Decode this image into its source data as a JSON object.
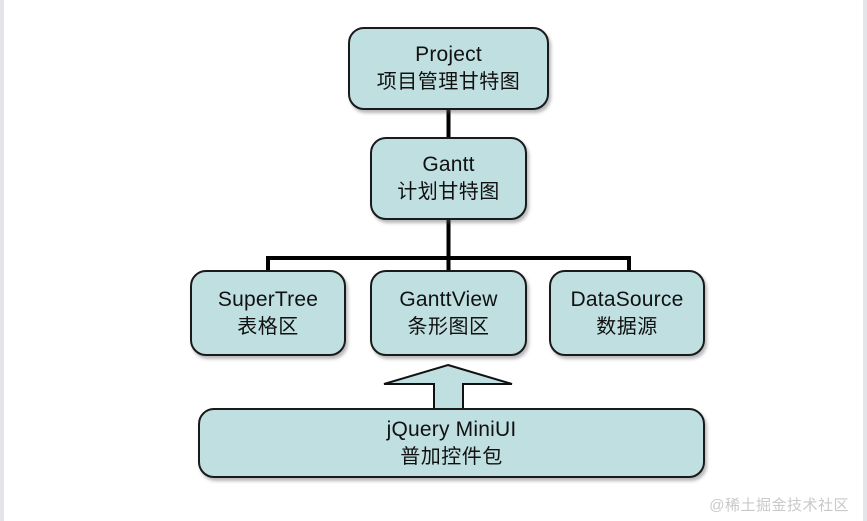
{
  "diagram": {
    "type": "hierarchy-block-diagram",
    "background_color": "#ffffff",
    "node_fill_color": "#bfdfe1",
    "node_border_color": "#1a1a1a",
    "connector_color": "#000000",
    "nodes": [
      {
        "id": "project",
        "title": "Project",
        "subtitle": "项目管理甘特图"
      },
      {
        "id": "gantt",
        "title": "Gantt",
        "subtitle": "计划甘特图"
      },
      {
        "id": "supertree",
        "title": "SuperTree",
        "subtitle": "表格区"
      },
      {
        "id": "ganttview",
        "title": "GanttView",
        "subtitle": "条形图区"
      },
      {
        "id": "datasource",
        "title": "DataSource",
        "subtitle": "数据源"
      },
      {
        "id": "miniui",
        "title": "jQuery MiniUI",
        "subtitle": "普加控件包"
      }
    ],
    "connectors": [
      {
        "from": "project",
        "to": "gantt",
        "style": "line"
      },
      {
        "from": "gantt",
        "to": "supertree",
        "style": "elbow-line"
      },
      {
        "from": "gantt",
        "to": "ganttview",
        "style": "elbow-line"
      },
      {
        "from": "gantt",
        "to": "datasource",
        "style": "elbow-line"
      },
      {
        "from": "miniui",
        "to": "ganttview",
        "style": "block-arrow-up"
      }
    ]
  },
  "watermark": {
    "text": "@稀土掘金技术社区",
    "color": "#c9c9c9"
  }
}
